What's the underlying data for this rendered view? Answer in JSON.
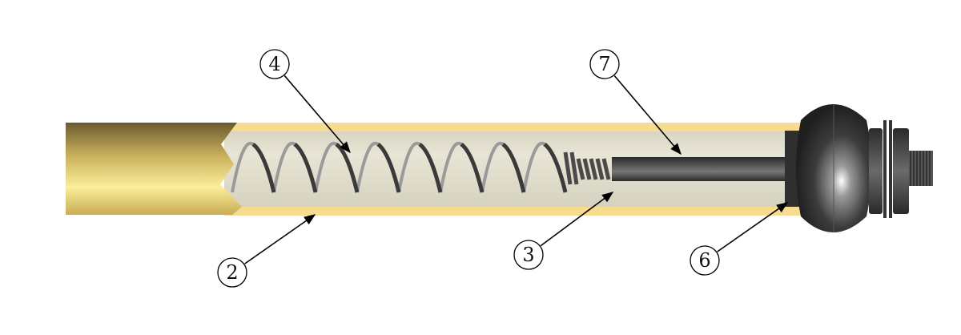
{
  "diagram": {
    "callouts": [
      {
        "id": "4",
        "label": "4",
        "part": "spring"
      },
      {
        "id": "7",
        "label": "7",
        "part": "rod"
      },
      {
        "id": "2",
        "label": "2",
        "part": "tube-wall"
      },
      {
        "id": "3",
        "label": "3",
        "part": "spring-end-thread"
      },
      {
        "id": "6",
        "label": "6",
        "part": "collar"
      }
    ],
    "colors": {
      "tube_wall": "#f7dc8f",
      "cavity": "#e3dfcf",
      "gold_dark": "#6b5a30",
      "gold_light": "#fbee9a",
      "steel_dark": "#2e2e2e",
      "steel_light": "#8a8a8a"
    }
  }
}
